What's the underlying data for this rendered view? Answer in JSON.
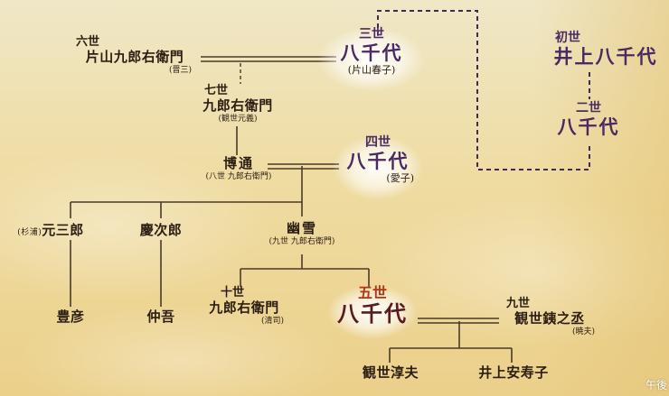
{
  "colors": {
    "line": "#4a3a2a",
    "dashed": "#3b2a5a",
    "purple_text": "#4a2a63",
    "red_gen": "#b4341a"
  },
  "nodes": {
    "n6": {
      "gen": "六世",
      "name": "片山九郎右衛門",
      "note": "(晋三)"
    },
    "n3": {
      "gen": "三世",
      "name": "八千代",
      "note": "(片山春子)"
    },
    "i1": {
      "gen": "初世",
      "name": "井上八千代"
    },
    "i2": {
      "gen": "二世",
      "name": "八千代"
    },
    "n7": {
      "gen": "七世",
      "name": "九郎右衛門",
      "note": "(観世元義)"
    },
    "hiro": {
      "name": "博通",
      "note": "(八世 九郎右衛門)"
    },
    "n4": {
      "gen": "四世",
      "name": "八千代",
      "note": "(愛子)"
    },
    "moto": {
      "prefix": "(杉浦)",
      "name": "元三郎"
    },
    "keiji": {
      "name": "慶次郎"
    },
    "yuki": {
      "name": "幽雪",
      "note": "(九世 九郎右衛門)"
    },
    "toyo": {
      "name": "豊彦"
    },
    "chugo": {
      "name": "仲吾"
    },
    "n10": {
      "gen": "十世",
      "name": "九郎右衛門",
      "note": "(清司)"
    },
    "n5": {
      "gen": "五世",
      "name": "八千代"
    },
    "kanze9": {
      "gen": "九世",
      "name": "観世銕之丞",
      "note": "(暁夫)"
    },
    "atsuo": {
      "name": "観世淳夫"
    },
    "yasuko": {
      "name": "井上安寿子"
    }
  },
  "corner_text": "午後"
}
